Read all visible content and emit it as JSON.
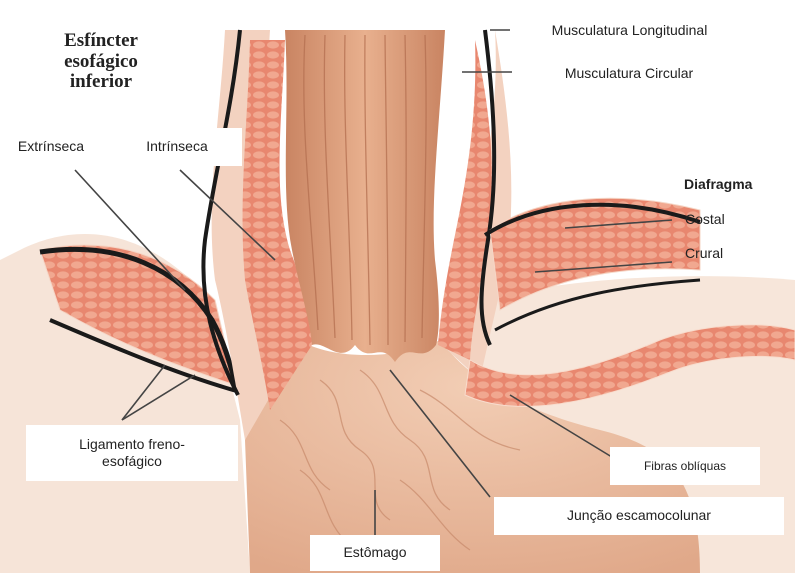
{
  "title": {
    "line1": "Esfíncter",
    "line2": "esofágico",
    "line3": "inferior"
  },
  "labels": {
    "musculatura_longitudinal": "Musculatura Longitudinal",
    "musculatura_circular": "Musculatura Circular",
    "extrinseca": "Extrínseca",
    "intrinseca": "Intrínseca",
    "diafragma": "Diafragma",
    "costal": "Costal",
    "crural": "Crural",
    "ligamento_line1": "Ligamento freno-",
    "ligamento_line2": "esofágico",
    "fibras_obliquas": "Fibras oblíquas",
    "juncao": "Junção escamocolunar",
    "estomago": "Estômago"
  },
  "colors": {
    "tissue_light": "#f3d2c0",
    "tissue_mid": "#e9a98a",
    "muscle": "#e6836c",
    "muscle_dark": "#c9604e",
    "lumen": "#d99670",
    "fascia": "#1a1a1a",
    "leader_line": "#444444"
  }
}
